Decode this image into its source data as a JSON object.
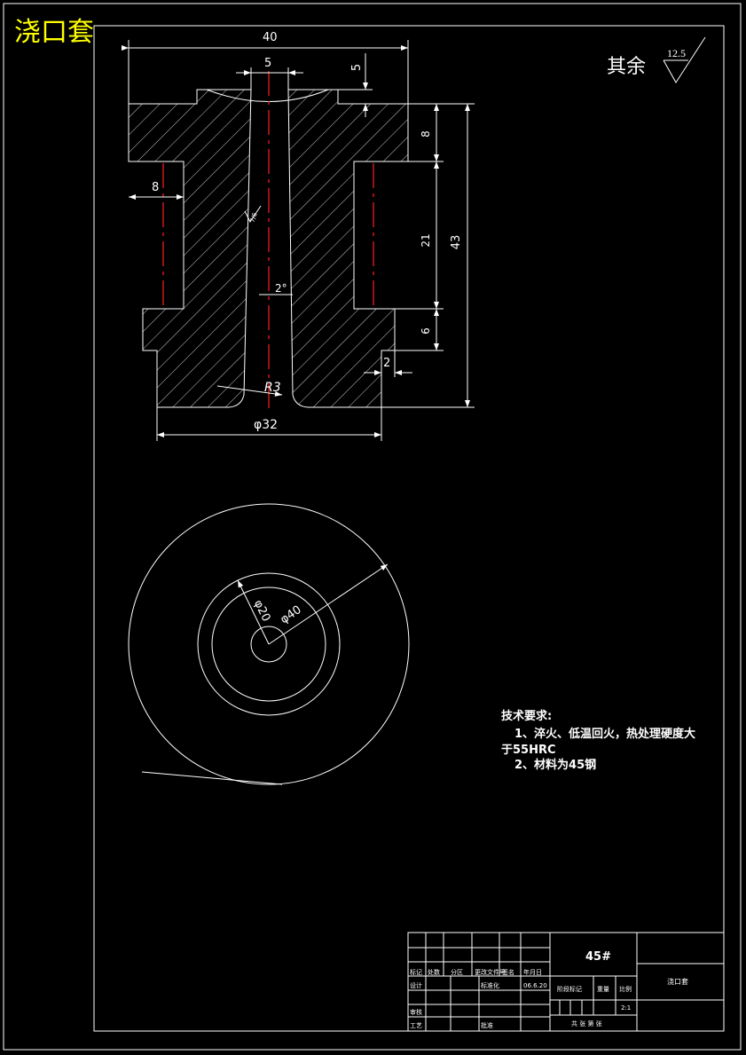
{
  "title": "浇口套",
  "roughness": {
    "label": "其余",
    "value": "12.5"
  },
  "dimensions": {
    "top_width": "40",
    "bore_top": "5",
    "head_height": "5",
    "flange_thk": "8",
    "groove_depth": "8",
    "groove_width": "21",
    "total_height": "43",
    "lower_step": "6",
    "step_2": "2",
    "taper": "2°",
    "fillet": "R3",
    "base_dia": "φ32",
    "bore_surface_finish": "7/6",
    "dia_20": "φ20",
    "dia_40": "φ40"
  },
  "tech_requirements": {
    "heading": "技术要求:",
    "line1": "1、淬火、低温回火，热处理硬度大",
    "line1b": "于55HRC",
    "line2": "2、材料为45钢"
  },
  "title_block": {
    "material": "45#",
    "part_name": "浇口套",
    "headers": [
      "标记",
      "处数",
      "分区",
      "更改文件号",
      "签名",
      "年月日"
    ],
    "design": "设计",
    "standardize": "标准化",
    "date": "06.6.20",
    "stage": "阶段标记",
    "weight": "重量",
    "scale": "比例",
    "scale_value": "2:1",
    "review": "审核",
    "process": "工艺",
    "approve": "批准",
    "sheets": "共 张 第 张"
  },
  "colors": {
    "line": "#ffffff",
    "center": "#ff2020",
    "title": "#ffff00"
  }
}
